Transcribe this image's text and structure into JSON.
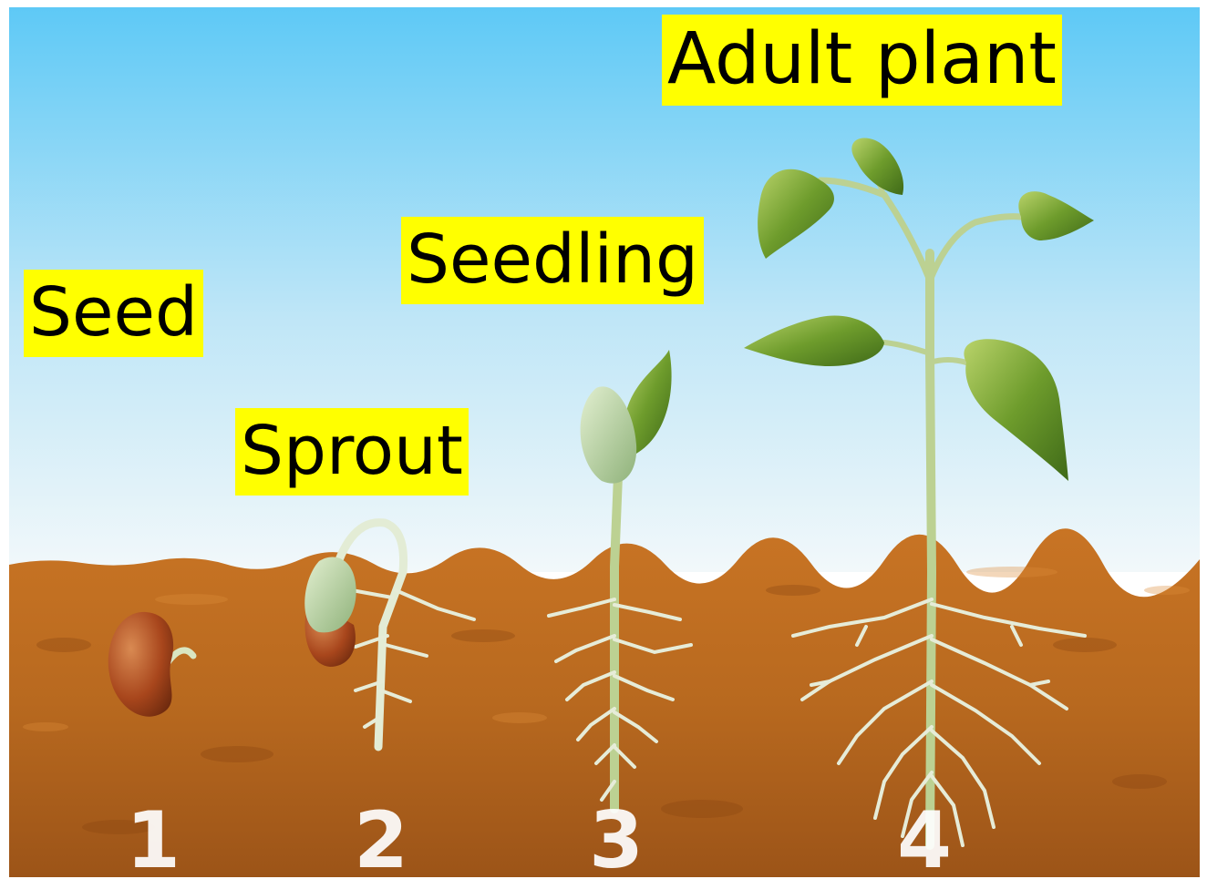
{
  "stages": [
    {
      "number": "1",
      "label": "Seed"
    },
    {
      "number": "2",
      "label": "Sprout"
    },
    {
      "number": "3",
      "label": "Seedling"
    },
    {
      "number": "4",
      "label": "Adult plant"
    }
  ],
  "colors": {
    "label_background": "#ffff00",
    "label_text": "#000000",
    "sky_top": "#5ec9f6",
    "sky_bottom": "#f2f8fa",
    "soil": "#b8691f",
    "leaf": "#6e9c2c",
    "stem": "#bcd192",
    "root": "#e6ecd8",
    "seed": "#a8461c",
    "number": "#ffffff"
  }
}
